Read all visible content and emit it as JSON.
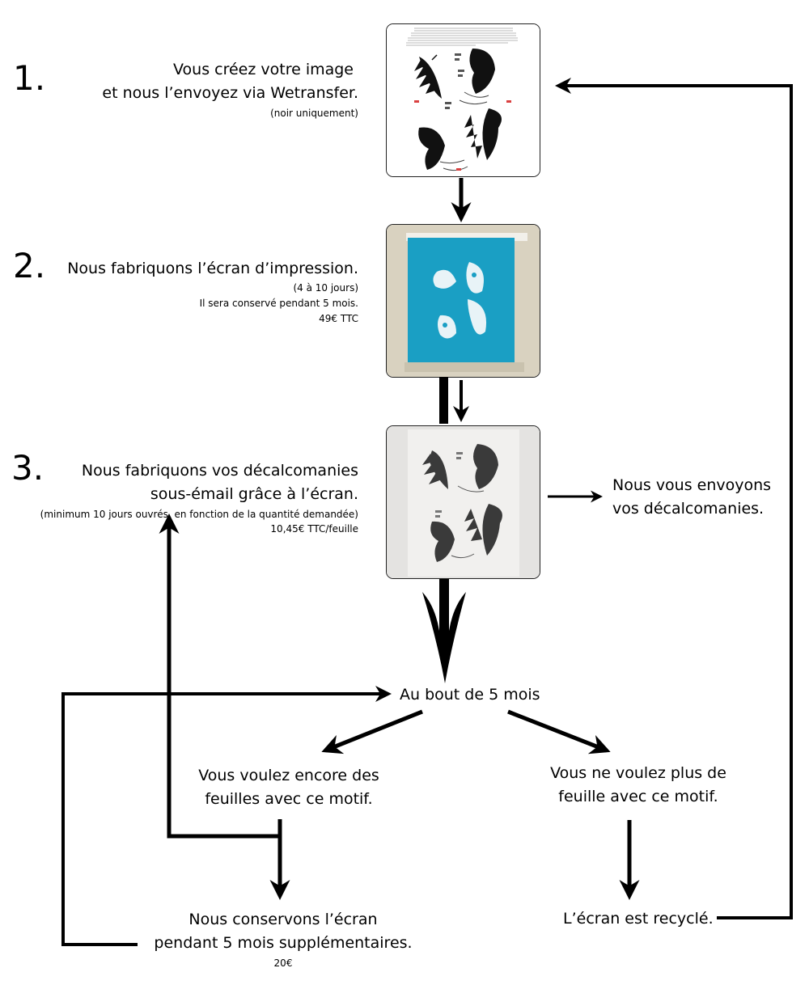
{
  "steps": [
    {
      "number": "1.",
      "lines": [
        "Vous créez votre image",
        "et nous l’envoyez via Wetransfer."
      ],
      "notes": [
        "(noir uniquement)"
      ]
    },
    {
      "number": "2.",
      "lines": [
        "Nous fabriquons l’écran d’impression."
      ],
      "notes": [
        "(4 à 10 jours)",
        "Il sera conservé pendant 5 mois.",
        "49€ TTC"
      ]
    },
    {
      "number": "3.",
      "lines": [
        "Nous fabriquons vos décalcomanies",
        "sous-émail grâce à l’écran."
      ],
      "notes": [
        "(minimum 10 jours ouvrés, en fonction de la quantité demandée)",
        "10,45€ TTC/feuille"
      ]
    }
  ],
  "send": {
    "lines": [
      "Nous vous envoyons",
      "vos décalcomanies."
    ]
  },
  "after": {
    "label": "Au bout de 5 mois"
  },
  "keep_choice": {
    "lines": [
      "Vous voulez encore des",
      "feuilles avec ce motif."
    ]
  },
  "stop_choice": {
    "lines": [
      "Vous ne voulez plus de",
      "feuille avec ce motif."
    ]
  },
  "keep_result": {
    "lines": [
      "Nous conservons l’écran",
      "pendant 5 mois  supplémentaires."
    ],
    "price": "20€"
  },
  "recycle": {
    "label": "L’écran est recyclé."
  },
  "images": {
    "artwork": "artwork-page-icon",
    "screen": "screen-printing-frame-icon",
    "decals": "printed-decal-sheet-icon"
  },
  "colors": {
    "screen_blue": "#1a9fc4",
    "frame_wood": "#d9d2c0",
    "registration_red": "#d94040"
  }
}
